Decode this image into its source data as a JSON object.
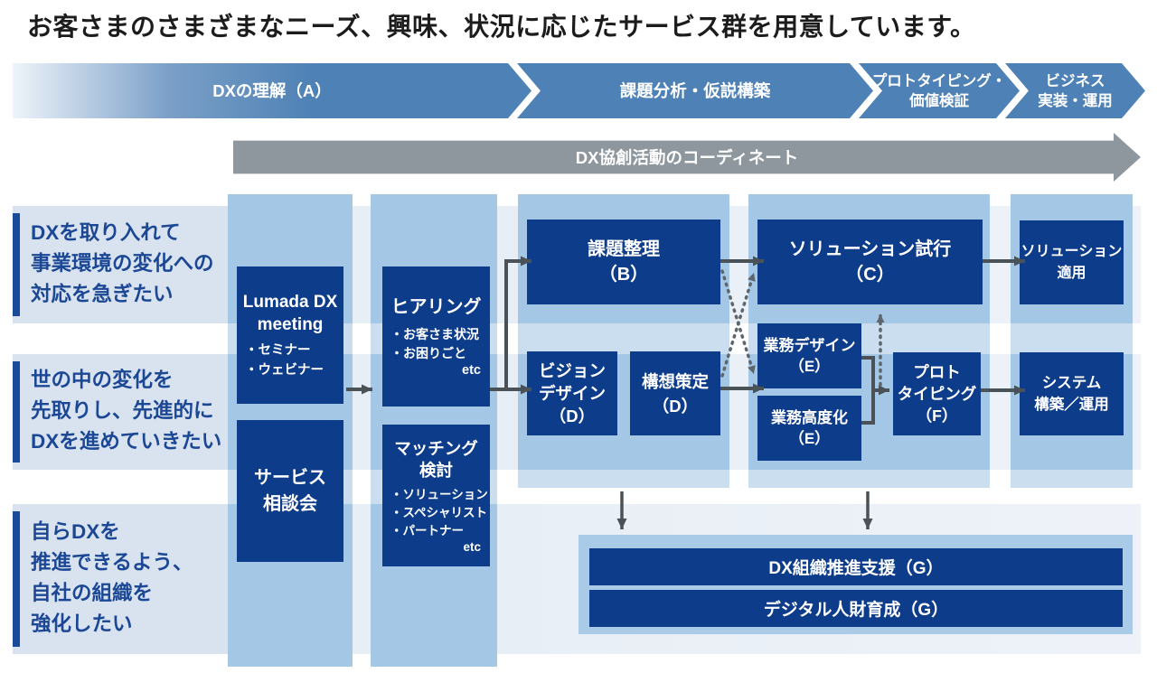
{
  "title": "お客さまのさまざまなニーズ、興味、状況に応じたサービス群を用意しています。",
  "stage_band": {
    "stages": [
      {
        "label": "DXの理解（A）"
      },
      {
        "label": "課題分析・仮説構築"
      },
      {
        "label": "プロトタイピング・\n価値検証"
      },
      {
        "label": "ビジネス\n実装・運用"
      }
    ]
  },
  "coordinate_arrow": {
    "label": "DX協創活動のコーディネート"
  },
  "needs": [
    {
      "text": "DXを取り入れて\n事業環境の変化への\n対応を急ぎたい"
    },
    {
      "text": "世の中の変化を\n先取りし、先進的に\nDXを進めていきたい"
    },
    {
      "text": "自らDXを\n推進できるよう、\n自社の組織を\n強化したい"
    }
  ],
  "boxes": {
    "lumada": {
      "title": "Lumada DX\nmeeting",
      "bullets": "・セミナー\n・ウェビナー"
    },
    "service_session": {
      "title": "サービス\n相談会"
    },
    "hearing": {
      "title": "ヒアリング",
      "bullets": "・お客さま状況\n・お困りごと",
      "etc": "etc"
    },
    "matching": {
      "title": "マッチング\n検討",
      "bullets": "・ソリューション\n・スペシャリスト\n・パートナー",
      "etc": "etc"
    },
    "issue_organize": {
      "title": "課題整理\n（B）"
    },
    "vision_design": {
      "title": "ビジョン\nデザイン\n（D）"
    },
    "concept_planning": {
      "title": "構想策定\n（D）"
    },
    "solution_trial": {
      "title": "ソリューション試行\n（C）"
    },
    "operation_design": {
      "title": "業務デザイン\n（E）"
    },
    "operation_advance": {
      "title": "業務高度化\n（E）"
    },
    "prototyping": {
      "title": "プロト\nタイピング\n（F）"
    },
    "solution_apply": {
      "title": "ソリューション\n適用"
    },
    "system_build": {
      "title": "システム\n構築／運用"
    },
    "dx_org_support": {
      "label": "DX組織推進支援（G）"
    },
    "digital_talent": {
      "label": "デジタル人財育成（G）"
    }
  },
  "colors": {
    "navy_box": "#0d3c8a",
    "need_text": "#1b4795",
    "chevron_blue": "#4e81b5",
    "gray_arrow": "#8d979d",
    "row_strip": "#d8e3ef",
    "column_blue": "#a4c7e5",
    "connector": "#4b5257",
    "dashed_connector": "#5d666c"
  }
}
